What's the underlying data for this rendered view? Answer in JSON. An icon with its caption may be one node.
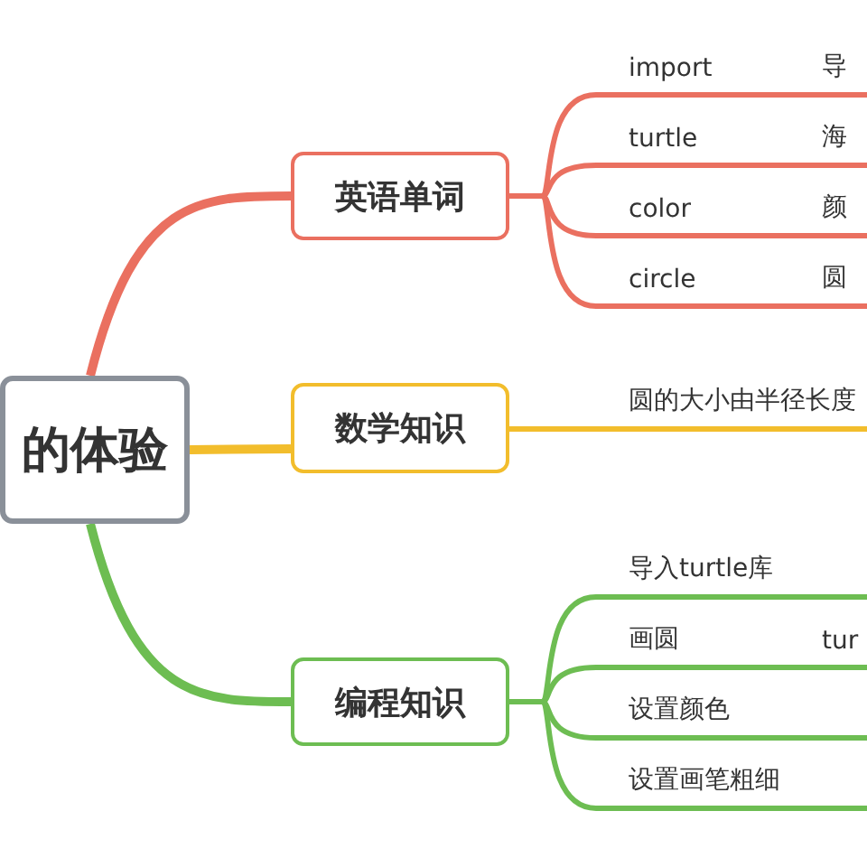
{
  "diagram": {
    "nodes": [
      {
        "text": [
          "的体验"
        ]
      },
      {
        "text": [
          "英语单词"
        ]
      },
      {
        "text": [
          "数学知识"
        ]
      },
      {
        "text": [
          "编程知识"
        ]
      },
      {
        "text": [
          "import",
          "导"
        ]
      },
      {
        "text": [
          "turtle",
          "海"
        ]
      },
      {
        "text": [
          "color",
          "颜"
        ]
      },
      {
        "text": [
          "circle",
          "圆"
        ]
      },
      {
        "text": [
          "圆的大小由半径长度"
        ]
      },
      {
        "text": [
          "导入turtle库"
        ]
      },
      {
        "text": [
          "画圆",
          "tur"
        ]
      },
      {
        "text": [
          "设置颜色"
        ]
      },
      {
        "text": [
          "设置画笔粗细"
        ]
      }
    ],
    "edges": [
      {
        "from": 0,
        "to": 1,
        "arrow": "none",
        "color": "#ea7060"
      },
      {
        "from": 0,
        "to": 2,
        "arrow": "none",
        "color": "#f2bd2c"
      },
      {
        "from": 0,
        "to": 3,
        "arrow": "none",
        "color": "#6dbd52"
      },
      {
        "from": 1,
        "to": 4,
        "arrow": "none",
        "color": "#ea7060"
      },
      {
        "from": 1,
        "to": 5,
        "arrow": "none",
        "color": "#ea7060"
      },
      {
        "from": 1,
        "to": 6,
        "arrow": "none",
        "color": "#ea7060"
      },
      {
        "from": 1,
        "to": 7,
        "arrow": "none",
        "color": "#ea7060"
      },
      {
        "from": 2,
        "to": 8,
        "arrow": "none",
        "color": "#f2bd2c"
      },
      {
        "from": 3,
        "to": 9,
        "arrow": "none",
        "color": "#6dbd52"
      },
      {
        "from": 3,
        "to": 10,
        "arrow": "none",
        "color": "#6dbd52"
      },
      {
        "from": 3,
        "to": 11,
        "arrow": "none",
        "color": "#6dbd52"
      },
      {
        "from": 3,
        "to": 12,
        "arrow": "none",
        "color": "#6dbd52"
      }
    ]
  }
}
